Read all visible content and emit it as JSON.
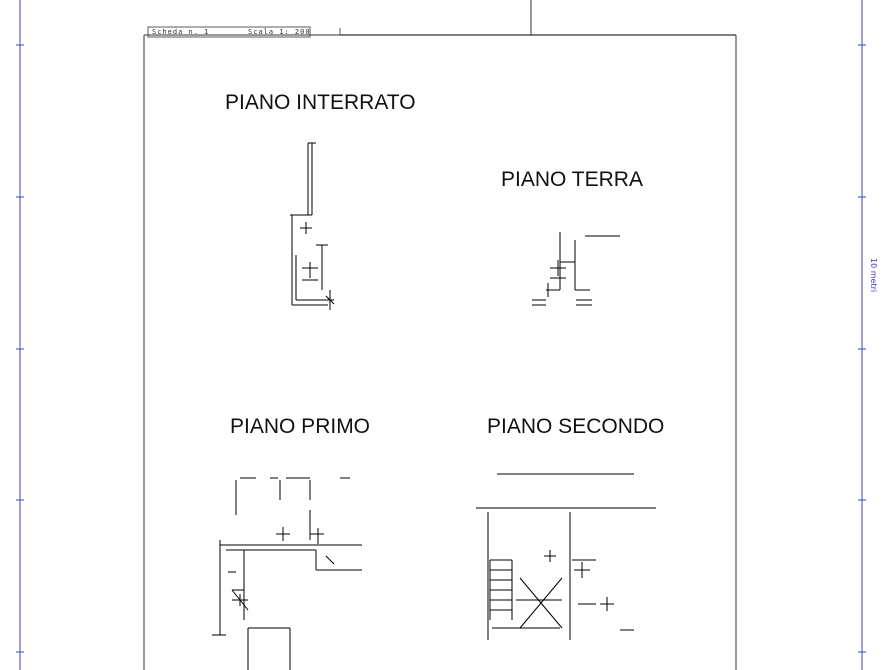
{
  "header": {
    "sheet_label": "Scheda n. 1",
    "scale_label": "Scala 1: 200"
  },
  "floors": {
    "basement": "PIANO INTERRATO",
    "ground": "PIANO TERRA",
    "first": "PIANO PRIMO",
    "second": "PIANO SECONDO"
  },
  "ruler": {
    "label": "10 metri"
  },
  "colors": {
    "ruler": "#4040c0",
    "lines": "#000000",
    "frame": "#555555"
  }
}
